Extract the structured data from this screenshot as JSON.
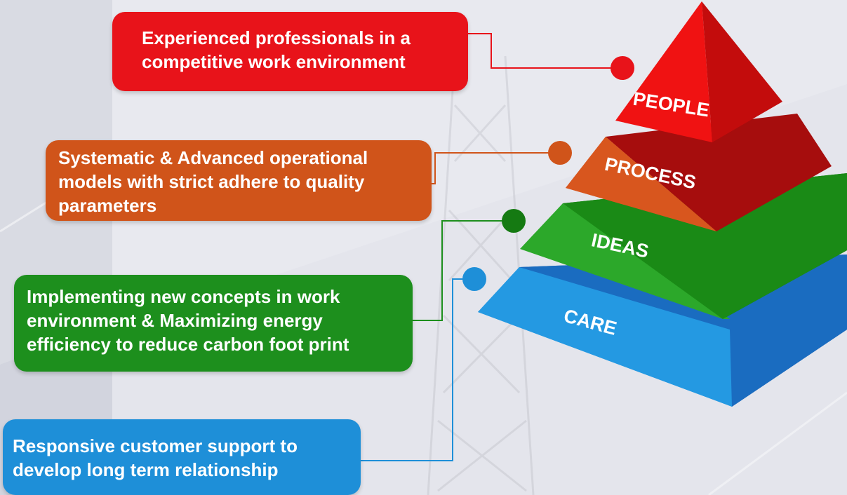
{
  "callouts": {
    "people": "Experienced professionals in a competitive work environment",
    "process": "Systematic & Advanced operational models with strict adhere to quality parameters",
    "ideas": "Implementing new concepts in work environment & Maximizing energy efficiency to reduce carbon foot print",
    "care": "Responsive customer support to develop long term relationship"
  },
  "pyramid": {
    "layers": [
      "PEOPLE",
      "PROCESS",
      "IDEAS",
      "CARE"
    ]
  },
  "colors": {
    "people": "#e8131a",
    "process": "#d0541a",
    "ideas": "#1d8f1d",
    "care": "#1e8fd8"
  }
}
